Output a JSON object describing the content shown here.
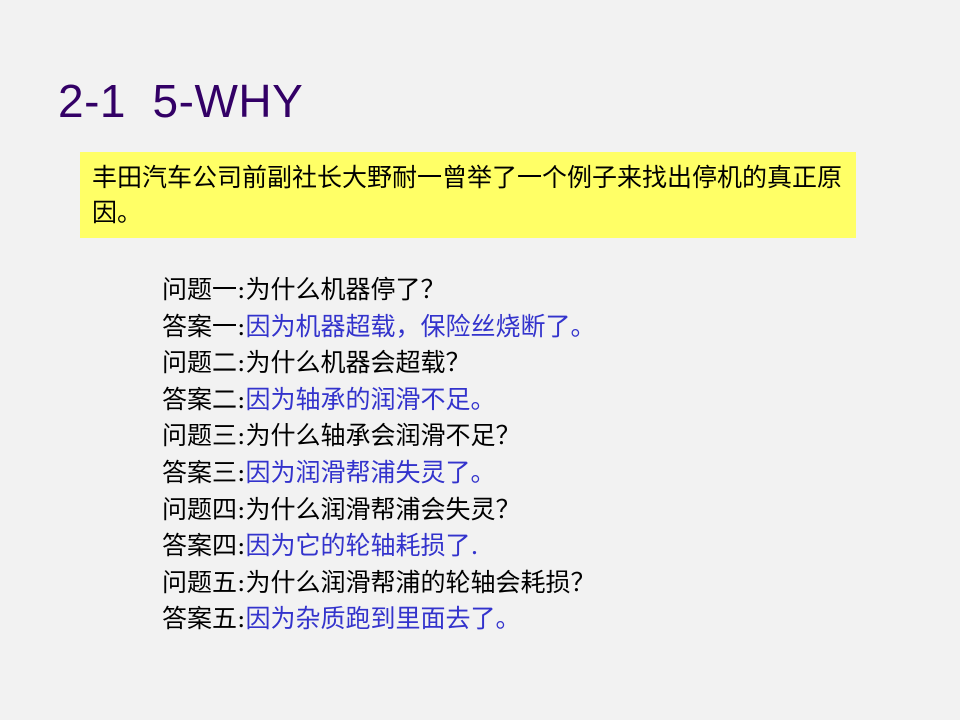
{
  "slide": {
    "title": "2-1  5-WHY",
    "intro": "丰田汽车公司前副社长大野耐一曾举了一个例子来找出停机的真正原因。",
    "colors": {
      "background": "#f2f2f2",
      "title": "#330066",
      "highlight_box": "#ffff66",
      "answer_text": "#3333cc",
      "question_text": "#000000"
    }
  },
  "qa": [
    {
      "type": "question",
      "label": "问题一:",
      "text": "为什么机器停了？"
    },
    {
      "type": "answer",
      "label": "答案一:",
      "text": "因为机器超载，保险丝烧断了。"
    },
    {
      "type": "question",
      "label": "问题二:",
      "text": "为什么机器会超载？"
    },
    {
      "type": "answer",
      "label": "答案二:",
      "text": "因为轴承的润滑不足。"
    },
    {
      "type": "question",
      "label": "问题三:",
      "text": "为什么轴承会润滑不足？"
    },
    {
      "type": "answer",
      "label": "答案三:",
      "text": "因为润滑帮浦失灵了。"
    },
    {
      "type": "question",
      "label": "问题四:",
      "text": "为什么润滑帮浦会失灵？"
    },
    {
      "type": "answer",
      "label": "答案四:",
      "text": "因为它的轮轴耗损了."
    },
    {
      "type": "question",
      "label": "问题五:",
      "text": "为什么润滑帮浦的轮轴会耗损？"
    },
    {
      "type": "answer",
      "label": "答案五:",
      "text": "因为杂质跑到里面去了。"
    }
  ]
}
